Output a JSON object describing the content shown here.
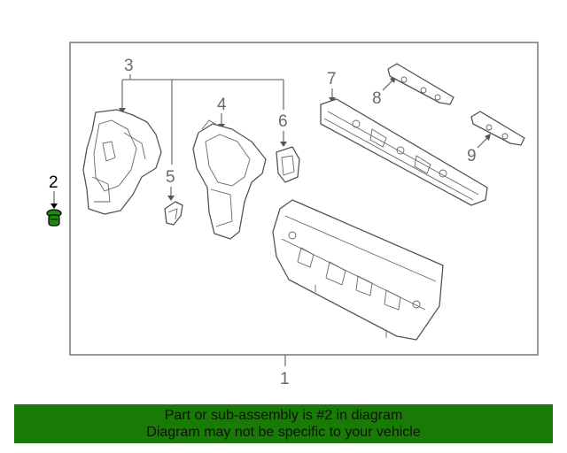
{
  "diagram": {
    "callouts": {
      "c1": "1",
      "c2": "2",
      "c3": "3",
      "c4": "4",
      "c5": "5",
      "c6": "6",
      "c7": "7",
      "c8": "8",
      "c9": "9"
    },
    "highlighted_part": "2",
    "colors": {
      "highlight": "#1e8a0a",
      "outline": "#555555",
      "callout": "#6a6a6a"
    }
  },
  "banner": {
    "line1": "Part or sub-assembly is #2 in diagram",
    "line2": "Diagram may not be specific to your vehicle",
    "color": "#1a7a06"
  }
}
